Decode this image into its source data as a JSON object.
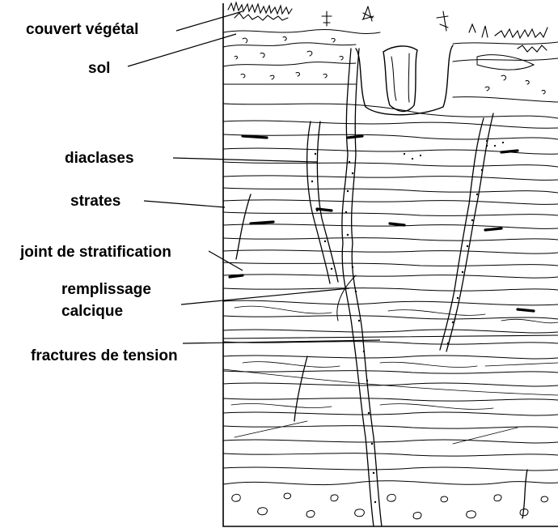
{
  "labels": {
    "couvert": "couvert végétal",
    "sol": "sol",
    "diaclases": "diaclases",
    "strates": "strates",
    "joint": "joint de stratification",
    "remplissage_1": "remplissage",
    "remplissage_2": "calcique",
    "fractures": "fractures de tension"
  },
  "colors": {
    "ink": "#000000",
    "paper": "#ffffff"
  }
}
